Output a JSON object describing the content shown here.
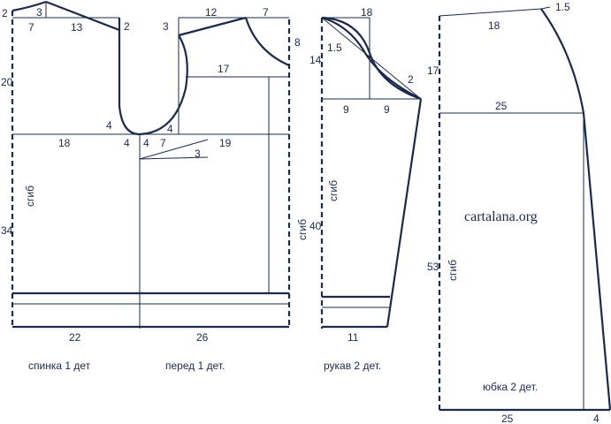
{
  "watermark": "cartalana.org",
  "captions": {
    "back": "спинка 1 дет",
    "front": "перед 1 дет.",
    "sleeve": "рукав 2 дет.",
    "skirt": "юбка 2 дет."
  },
  "fold_label": "сгиб",
  "bodice": {
    "top_left_2": "2",
    "top_3": "3",
    "top_7": "7",
    "top_13": "13",
    "armhole_back_2": "2",
    "armhole_front_3": "3",
    "top_12": "12",
    "top_7b": "7",
    "side_8": "8",
    "left_20": "20",
    "mid_17": "17",
    "armhole_4a": "4",
    "armhole_4b": "4",
    "waist_18": "18",
    "waist_4a": "4",
    "waist_4b": "4",
    "waist_7": "7",
    "waist_19": "19",
    "dart_3": "3",
    "left_34": "34",
    "bottom_22": "22",
    "bottom_26": "26"
  },
  "sleeve": {
    "top_18": "18",
    "left_14": "14",
    "curve_15": "1.5",
    "curve_2": "2",
    "mid_9a": "9",
    "mid_9b": "9",
    "left_40": "40",
    "bottom_11": "11"
  },
  "skirt": {
    "top_15": "1.5",
    "top_18": "18",
    "left_17": "17",
    "hip_25": "25",
    "left_53": "53",
    "bottom_25": "25",
    "bottom_4": "4"
  }
}
